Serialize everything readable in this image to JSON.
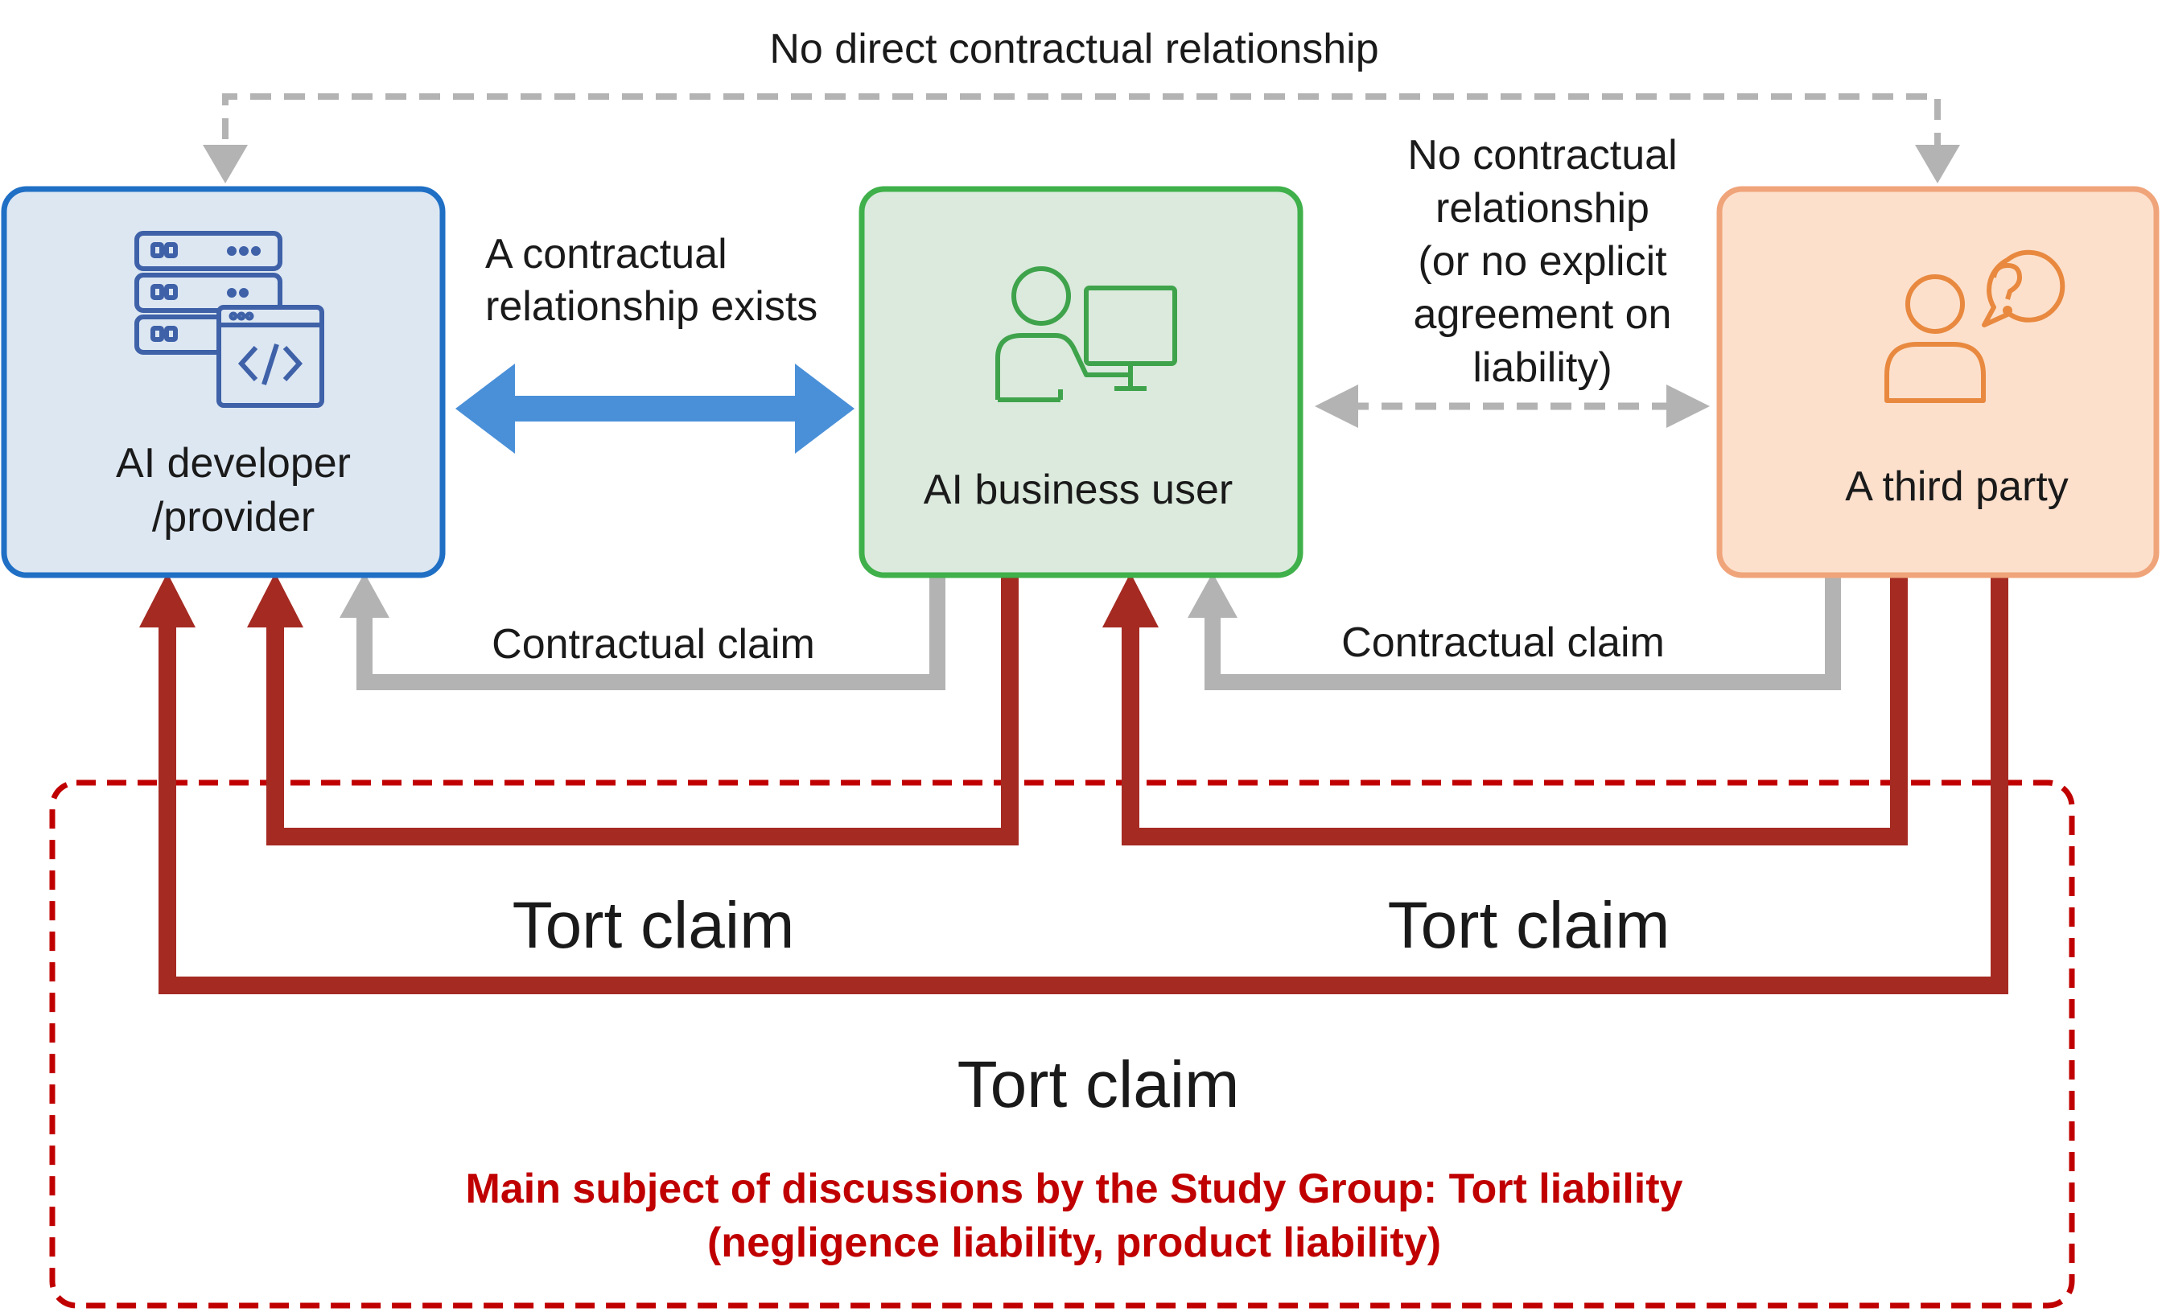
{
  "top_label": "No direct contractual relationship",
  "nodes": {
    "developer": {
      "label_line1": "AI developer",
      "label_line2": "/provider",
      "icon": "server-code-icon"
    },
    "user": {
      "label": "AI business user",
      "icon": "person-at-computer-icon"
    },
    "third": {
      "label": "A third party",
      "icon": "person-question-icon"
    }
  },
  "contract_exists": {
    "line1": "A contractual",
    "line2": "relationship exists"
  },
  "no_contract": {
    "line1": "No contractual",
    "line2": "relationship",
    "line3": "(or no explicit",
    "line4": "agreement on",
    "line5": "liability)"
  },
  "contractual_claim_left": "Contractual claim",
  "contractual_claim_right": "Contractual claim",
  "tort_claim_left": "Tort claim",
  "tort_claim_right": "Tort claim",
  "tort_claim_bottom": "Tort claim",
  "study_group": {
    "line1": "Main subject of discussions by the Study Group: Tort liability",
    "line2": "(negligence liability, product liability)"
  },
  "colors": {
    "developer_border": "#1f6fc5",
    "developer_fill": "#dde7f2",
    "user_border": "#3fb04a",
    "user_fill": "#dbeadd",
    "third_border": "#f0a47a",
    "third_fill": "#fce0cc",
    "contract_arrow": "#4a90d9",
    "contract_claim": "#b3b3b3",
    "tort": "#a52a22",
    "study_group_border": "#c00000"
  }
}
